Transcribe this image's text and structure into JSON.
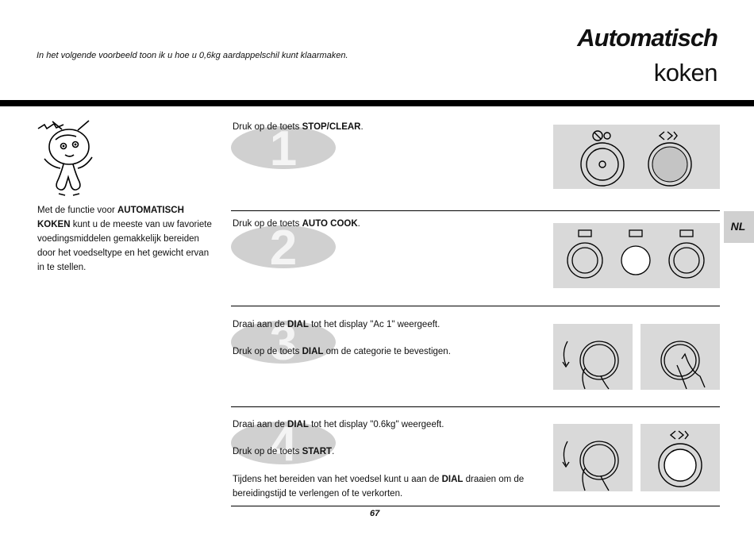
{
  "header": {
    "intro": "In het volgende voorbeeld toon ik u hoe u 0,6kg aardappelschil kunt klaarmaken.",
    "title_line1": "Automatisch",
    "title_line2": "koken"
  },
  "side_tab": "NL",
  "left": {
    "p1": "Met de functie voor ",
    "b1": "AUTOMATISCH KOKEN",
    "p2": " kunt u de meeste van uw favoriete voedingsmiddelen gemakkelijk bereiden door het voedseltype en het gewicht ervan in te stellen."
  },
  "steps": [
    {
      "number": "1",
      "lines": [
        {
          "pre": "Druk op de toets ",
          "bold": "STOP/CLEAR",
          "post": "."
        }
      ]
    },
    {
      "number": "2",
      "lines": [
        {
          "pre": "Druk op de toets ",
          "bold": "AUTO COOK",
          "post": "."
        }
      ]
    },
    {
      "number": "3",
      "lines": [
        {
          "pre": "Draai aan de ",
          "bold": "DIAL",
          "post": " tot het display \"Ac 1\" weergeeft."
        },
        {
          "pre": "Druk op de toets ",
          "bold": "DIAL",
          "post": " om de categorie te bevestigen."
        }
      ]
    },
    {
      "number": "4",
      "lines": [
        {
          "pre": "Draai aan de ",
          "bold": "DIAL",
          "post": " tot het display \"0.6kg\" weergeeft."
        },
        {
          "pre": "Druk op de toets ",
          "bold": "START",
          "post": "."
        },
        {
          "pre": "Tijdens het bereiden van het voedsel kunt u aan de ",
          "bold": "DIAL",
          "post": " draaien om de"
        },
        {
          "pre": "bereidingstijd te verlengen of te verkorten.",
          "bold": "",
          "post": ""
        }
      ]
    }
  ],
  "page_number": "67",
  "colors": {
    "rule": "#000000",
    "panel": "#d9d9d9",
    "badge": "#d0d0d0",
    "step_number": "#c8c8c8"
  }
}
